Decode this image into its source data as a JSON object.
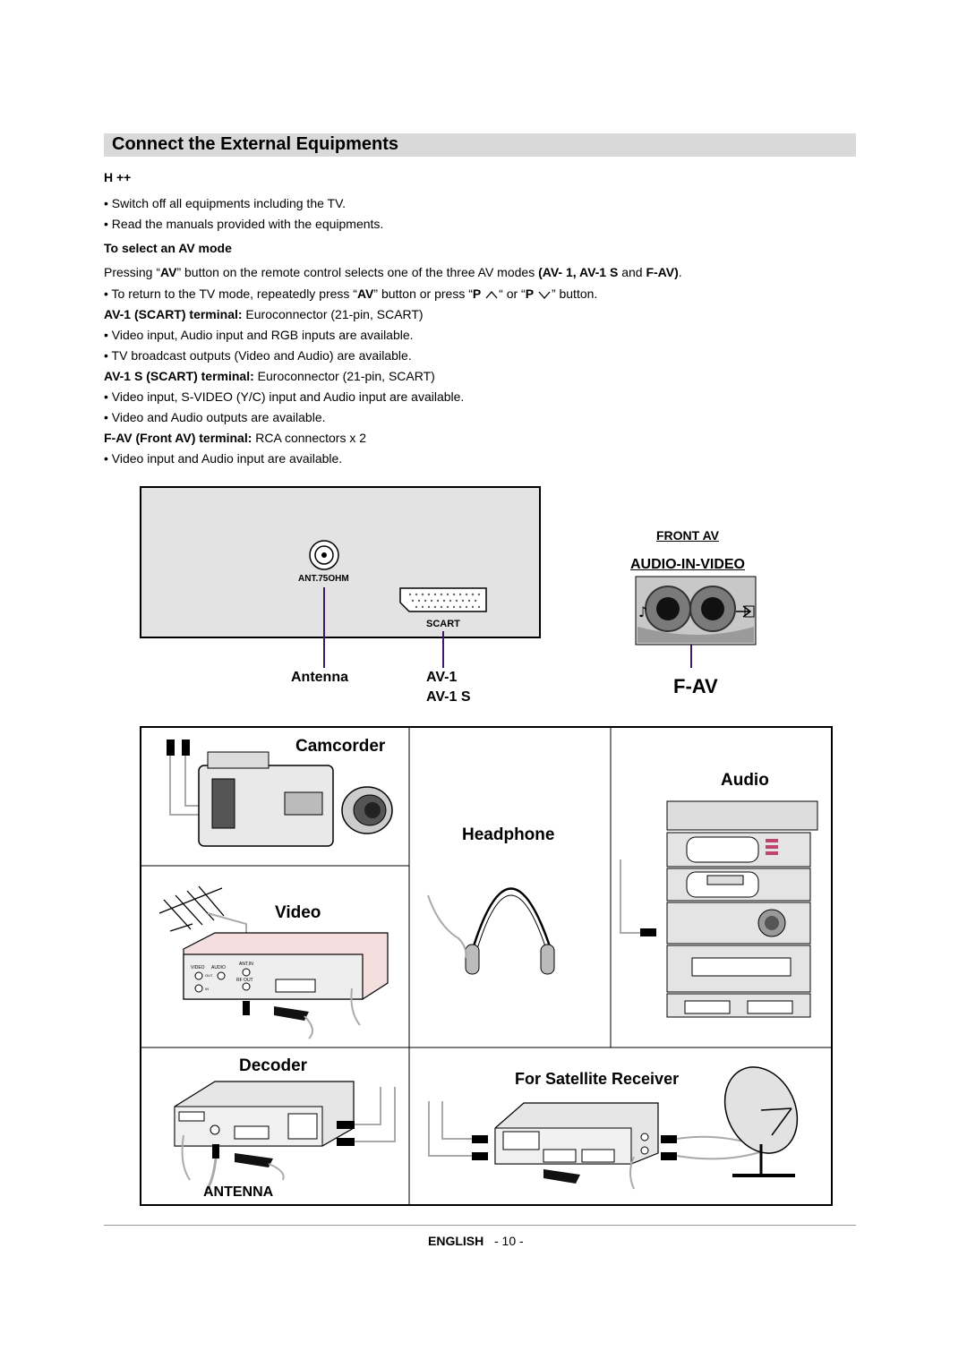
{
  "header": {
    "title": "Connect the External Equipments",
    "notice_glyph": "H ++"
  },
  "intro": {
    "bullet1": "• Switch off all equipments including the TV.",
    "bullet2": "• Read the manuals provided with the equipments."
  },
  "av_mode": {
    "heading": "To select an AV mode",
    "para": {
      "t1": "Pressing “",
      "av1": "AV",
      "t2": "” button on the remote control selects one of the three AV modes ",
      "modes1": "(AV- 1, AV-1 S",
      "t3": " and ",
      "modes2": "F-AV)",
      "t4": "."
    },
    "return": {
      "t1": "• To return to the TV mode, repeatedly press “",
      "av": "AV",
      "t2": "” button or press “",
      "p_up": "P",
      "t3": "“ or “",
      "p_down": "P",
      "t4": "” button."
    }
  },
  "terminals": [
    {
      "name": "AV-1 (SCART) terminal:",
      "desc": " Euroconnector (21-pin, SCART)",
      "bullets": [
        "• Video input, Audio input and RGB inputs are available.",
        "• TV broadcast outputs (Video and Audio) are available."
      ]
    },
    {
      "name": "AV-1 S (SCART) terminal:",
      "desc": " Euroconnector (21-pin, SCART)",
      "bullets": [
        "• Video input, S-VIDEO (Y/C) input and Audio input are available.",
        "• Video and Audio outputs are available."
      ]
    },
    {
      "name": "F-AV (Front AV) terminal:",
      "desc": " RCA connectors x 2",
      "bullets": [
        "• Video input and Audio input are available."
      ]
    }
  ],
  "tv_panel": {
    "ant_label": "ANT.75OHM",
    "scart_label": "SCART",
    "antenna_caption": "Antenna",
    "av1_caption": "AV-1",
    "av1s_caption": "AV-1 S"
  },
  "front_av": {
    "heading": "FRONT AV",
    "subheading": "AUDIO-IN-VIDEO",
    "caption": "F-AV"
  },
  "devices": {
    "camcorder": "Camcorder",
    "audio": "Audio",
    "headphone": "Headphone",
    "video": "Video",
    "decoder": "Decoder",
    "satellite": "For Satellite Receiver",
    "antenna": "ANTENNA"
  },
  "vcr_panel": {
    "video": "VIDEO",
    "audio": "AUDIO",
    "ant_in": "ANT.IN",
    "rf_out": "RF OUT",
    "out": "OUT",
    "in": "IN"
  },
  "footer": {
    "lang": "ENGLISH",
    "page": "- 10 -"
  }
}
